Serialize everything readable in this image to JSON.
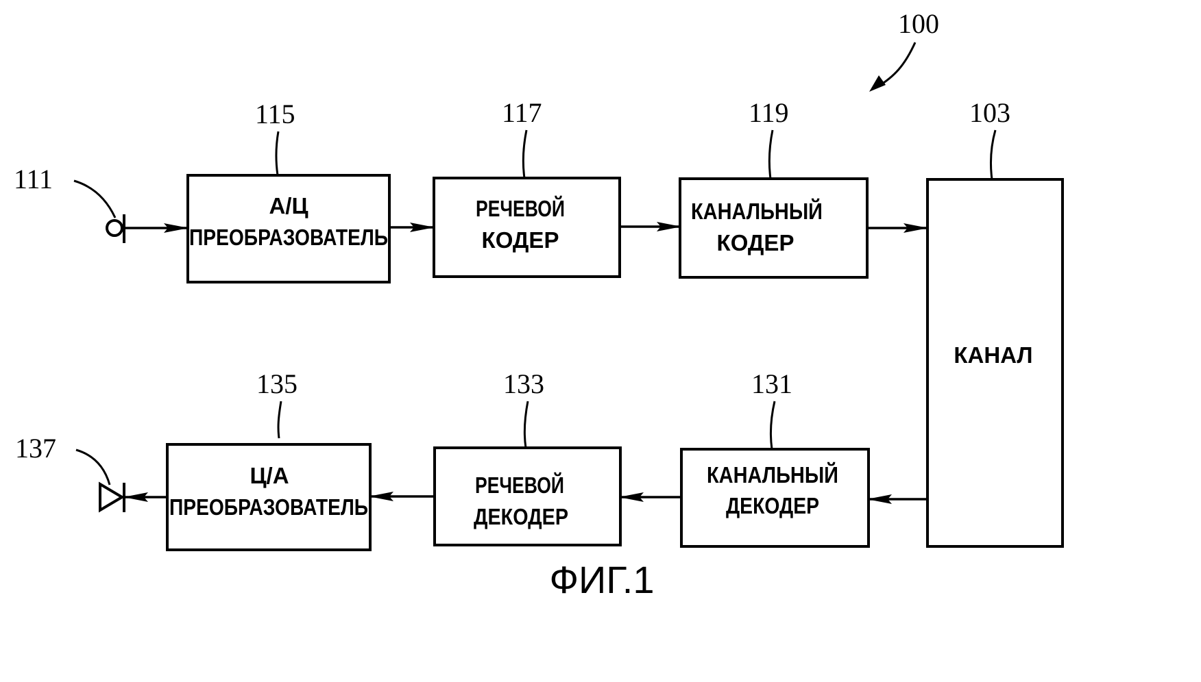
{
  "figure": {
    "caption": "ФИГ.1",
    "system_ref": "100"
  },
  "blocks": {
    "adc": {
      "ref": "115",
      "line1": "А/Ц",
      "line2": "ПРЕОБРАЗОВАТЕЛЬ"
    },
    "speech_encoder": {
      "ref": "117",
      "line1": "РЕЧЕВОЙ",
      "line2": "КОДЕР"
    },
    "channel_encoder": {
      "ref": "119",
      "line1": "КАНАЛЬНЫЙ",
      "line2": "КОДЕР"
    },
    "channel": {
      "ref": "103",
      "label": "КАНАЛ"
    },
    "channel_decoder": {
      "ref": "131",
      "line1": "КАНАЛЬНЫЙ",
      "line2": "ДЕКОДЕР"
    },
    "speech_decoder": {
      "ref": "133",
      "line1": "РЕЧЕВОЙ",
      "line2": "ДЕКОДЕР"
    },
    "dac": {
      "ref": "135",
      "line1": "Ц/А",
      "line2": "ПРЕОБРАЗОВАТЕЛЬ"
    }
  },
  "terminals": {
    "microphone": {
      "ref": "111",
      "icon": "microphone-icon"
    },
    "speaker": {
      "ref": "137",
      "icon": "speaker-icon"
    }
  },
  "connections": [
    {
      "from": "microphone",
      "to": "adc"
    },
    {
      "from": "adc",
      "to": "speech_encoder"
    },
    {
      "from": "speech_encoder",
      "to": "channel_encoder"
    },
    {
      "from": "channel_encoder",
      "to": "channel"
    },
    {
      "from": "channel",
      "to": "channel_decoder"
    },
    {
      "from": "channel_decoder",
      "to": "speech_decoder"
    },
    {
      "from": "speech_decoder",
      "to": "dac"
    },
    {
      "from": "dac",
      "to": "speaker"
    }
  ]
}
